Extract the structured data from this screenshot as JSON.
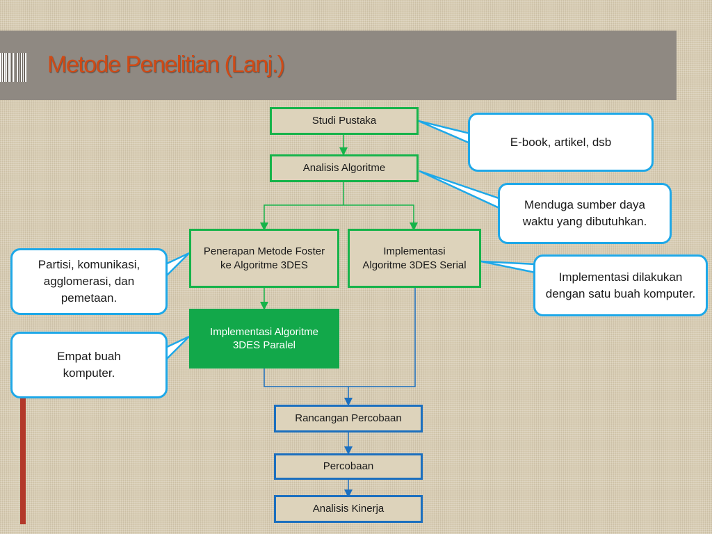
{
  "title": "Metode Penelitian (Lanj.)",
  "colors": {
    "title": "#cf4a16",
    "band": "#8f8982",
    "green_border": "#16b34a",
    "green_fill": "#12a84a",
    "blue_border": "#1b6fbf",
    "callout_border": "#1ea8e8"
  },
  "flow": {
    "studi_pustaka": "Studi Pustaka",
    "analisis_algoritme": "Analisis Algoritme",
    "penerapan_foster": "Penerapan Metode Foster ke Algoritme 3DES",
    "implementasi_serial": "Implementasi Algoritme 3DES Serial",
    "implementasi_paralel": "Implementasi Algoritme 3DES Paralel",
    "rancangan_percobaan": "Rancangan Percobaan",
    "percobaan": "Percobaan",
    "analisis_kinerja": "Analisis Kinerja"
  },
  "callouts": {
    "ebook": "E-book, artikel, dsb",
    "sumber_daya": "Menduga sumber daya waktu yang dibutuhkan.",
    "partisi": "Partisi, komunikasi, agglomerasi, dan pemetaan.",
    "satu_komputer": "Implementasi dilakukan dengan satu buah komputer.",
    "empat_komputer": "Empat buah komputer."
  }
}
